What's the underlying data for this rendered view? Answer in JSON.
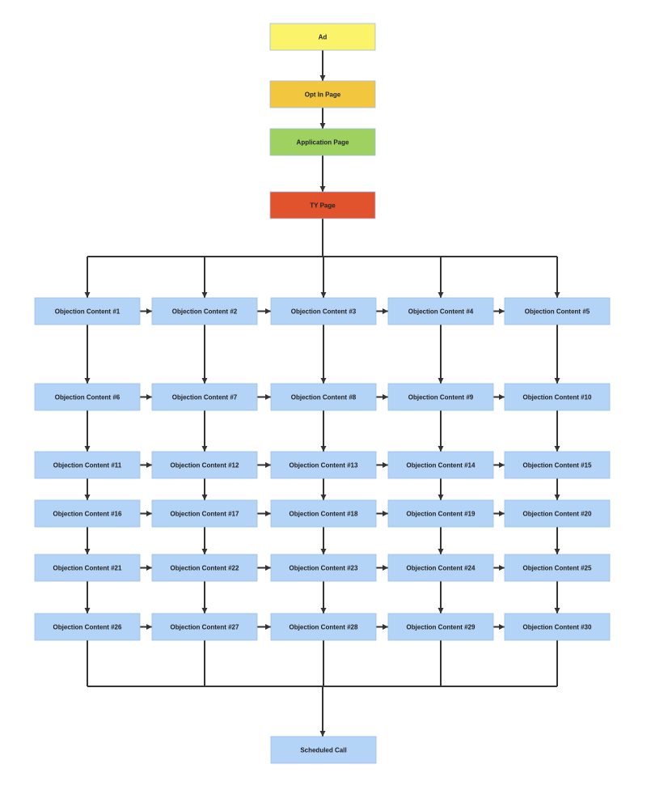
{
  "colors": {
    "ad": "#fbf46b",
    "optin": "#f2c73f",
    "application": "#9fd161",
    "ty": "#e0532c",
    "objection": "#b3d3f7",
    "scheduled": "#b3d3f7",
    "node_border": "#9bbde6",
    "line": "#333333"
  },
  "funnel": {
    "ad": "Ad",
    "optin": "Opt In Page",
    "application": "Application Page",
    "ty": "TY Page"
  },
  "objections": [
    "Objection Content #1",
    "Objection Content #2",
    "Objection Content #3",
    "Objection Content #4",
    "Objection Content #5",
    "Objection Content #6",
    "Objection Content #7",
    "Objection Content #8",
    "Objection Content #9",
    "Objection Content #10",
    "Objection Content #11",
    "Objection Content #12",
    "Objection Content #13",
    "Objection Content #14",
    "Objection Content #15",
    "Objection Content #16",
    "Objection Content #17",
    "Objection Content #18",
    "Objection Content #19",
    "Objection Content #20",
    "Objection Content #21",
    "Objection Content #22",
    "Objection Content #23",
    "Objection Content #24",
    "Objection Content #25",
    "Objection Content #26",
    "Objection Content #27",
    "Objection Content #28",
    "Objection Content #29",
    "Objection Content #30"
  ],
  "scheduled_call": "Scheduled Call"
}
